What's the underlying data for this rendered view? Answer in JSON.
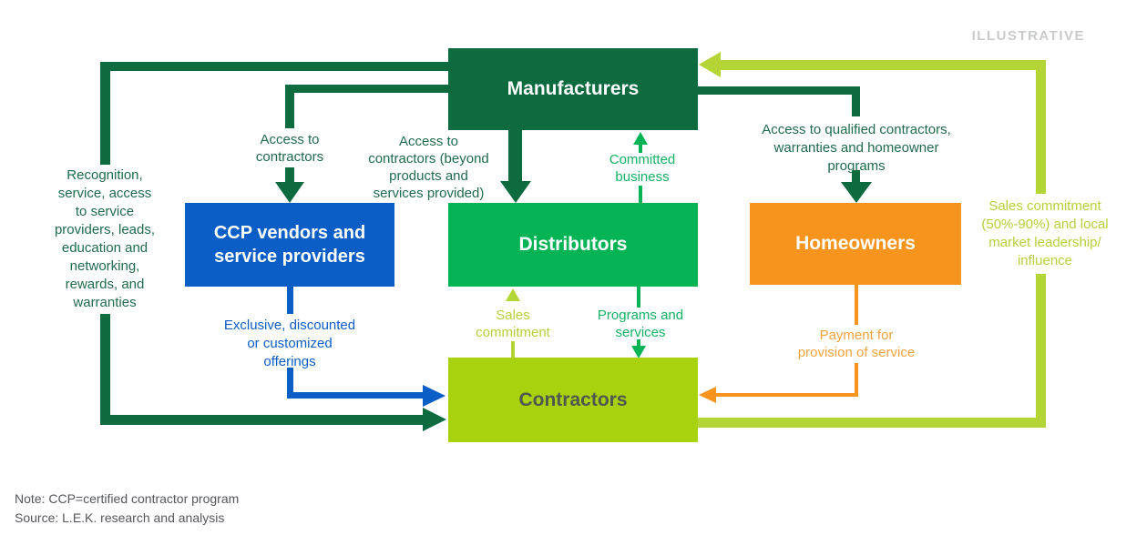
{
  "tag": "ILLUSTRATIVE",
  "colors": {
    "dark_green": "#0e6b40",
    "dark_green_text": "#1f6b4b",
    "green": "#06b456",
    "green_text": "#12b263",
    "lime": "#b3d535",
    "lime_text": "#b6d03c",
    "lime_box": "#a8d10e",
    "blue": "#0b5ec6",
    "orange": "#f7941e",
    "orange_text": "#f2a33e",
    "tag_gray": "#c8cacb",
    "note_gray": "#54565b",
    "contractors_label": "#4e584f"
  },
  "boxes": {
    "manufacturers": {
      "label": "Manufacturers"
    },
    "ccp_vendors": {
      "label": "CCP vendors and service providers"
    },
    "distributors": {
      "label": "Distributors"
    },
    "homeowners": {
      "label": "Homeowners"
    },
    "contractors": {
      "label": "Contractors"
    }
  },
  "flow_labels": {
    "recognition": "Recognition,\nservice, access\nto service\nproviders, leads,\neducation and\nnetworking,\nrewards, and\nwarranties",
    "access_to_contractors": "Access to\ncontractors",
    "access_beyond": "Access to\ncontractors (beyond\nproducts and\nservices provided)",
    "committed_business": "Committed\nbusiness",
    "access_qualified": "Access to qualified contractors,\nwarranties and homeowner\nprograms",
    "sales_commitment_right": "Sales commitment\n(50%-90%) and local\nmarket leadership/\ninfluence",
    "exclusive_offerings": "Exclusive, discounted\nor customized\nofferings",
    "sales_commitment": "Sales\ncommitment",
    "programs_services": "Programs and\nservices",
    "payment": "Payment for\nprovision of service"
  },
  "notes": {
    "note": "Note: CCP=certified contractor program",
    "source": "Source: L.E.K. research and analysis"
  }
}
